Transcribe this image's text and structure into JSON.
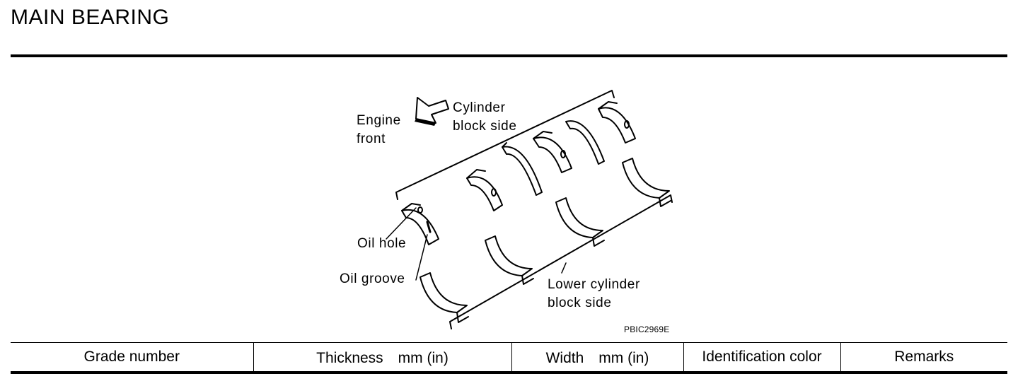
{
  "header": {
    "title": "MAIN BEARING"
  },
  "figure": {
    "callouts": {
      "engine_front": "Engine\nfront",
      "cylinder_block_side": "Cylinder\nblock side",
      "oil_hole": "Oil hole",
      "oil_groove": "Oil groove",
      "lower_cylinder_block_side": "Lower cylinder\nblock side"
    },
    "figure_code": "PBIC2969E"
  },
  "table": {
    "columns": [
      "Grade number",
      "Thickness　mm (in)",
      "Width　mm (in)",
      "Identification color",
      "Remarks"
    ]
  }
}
